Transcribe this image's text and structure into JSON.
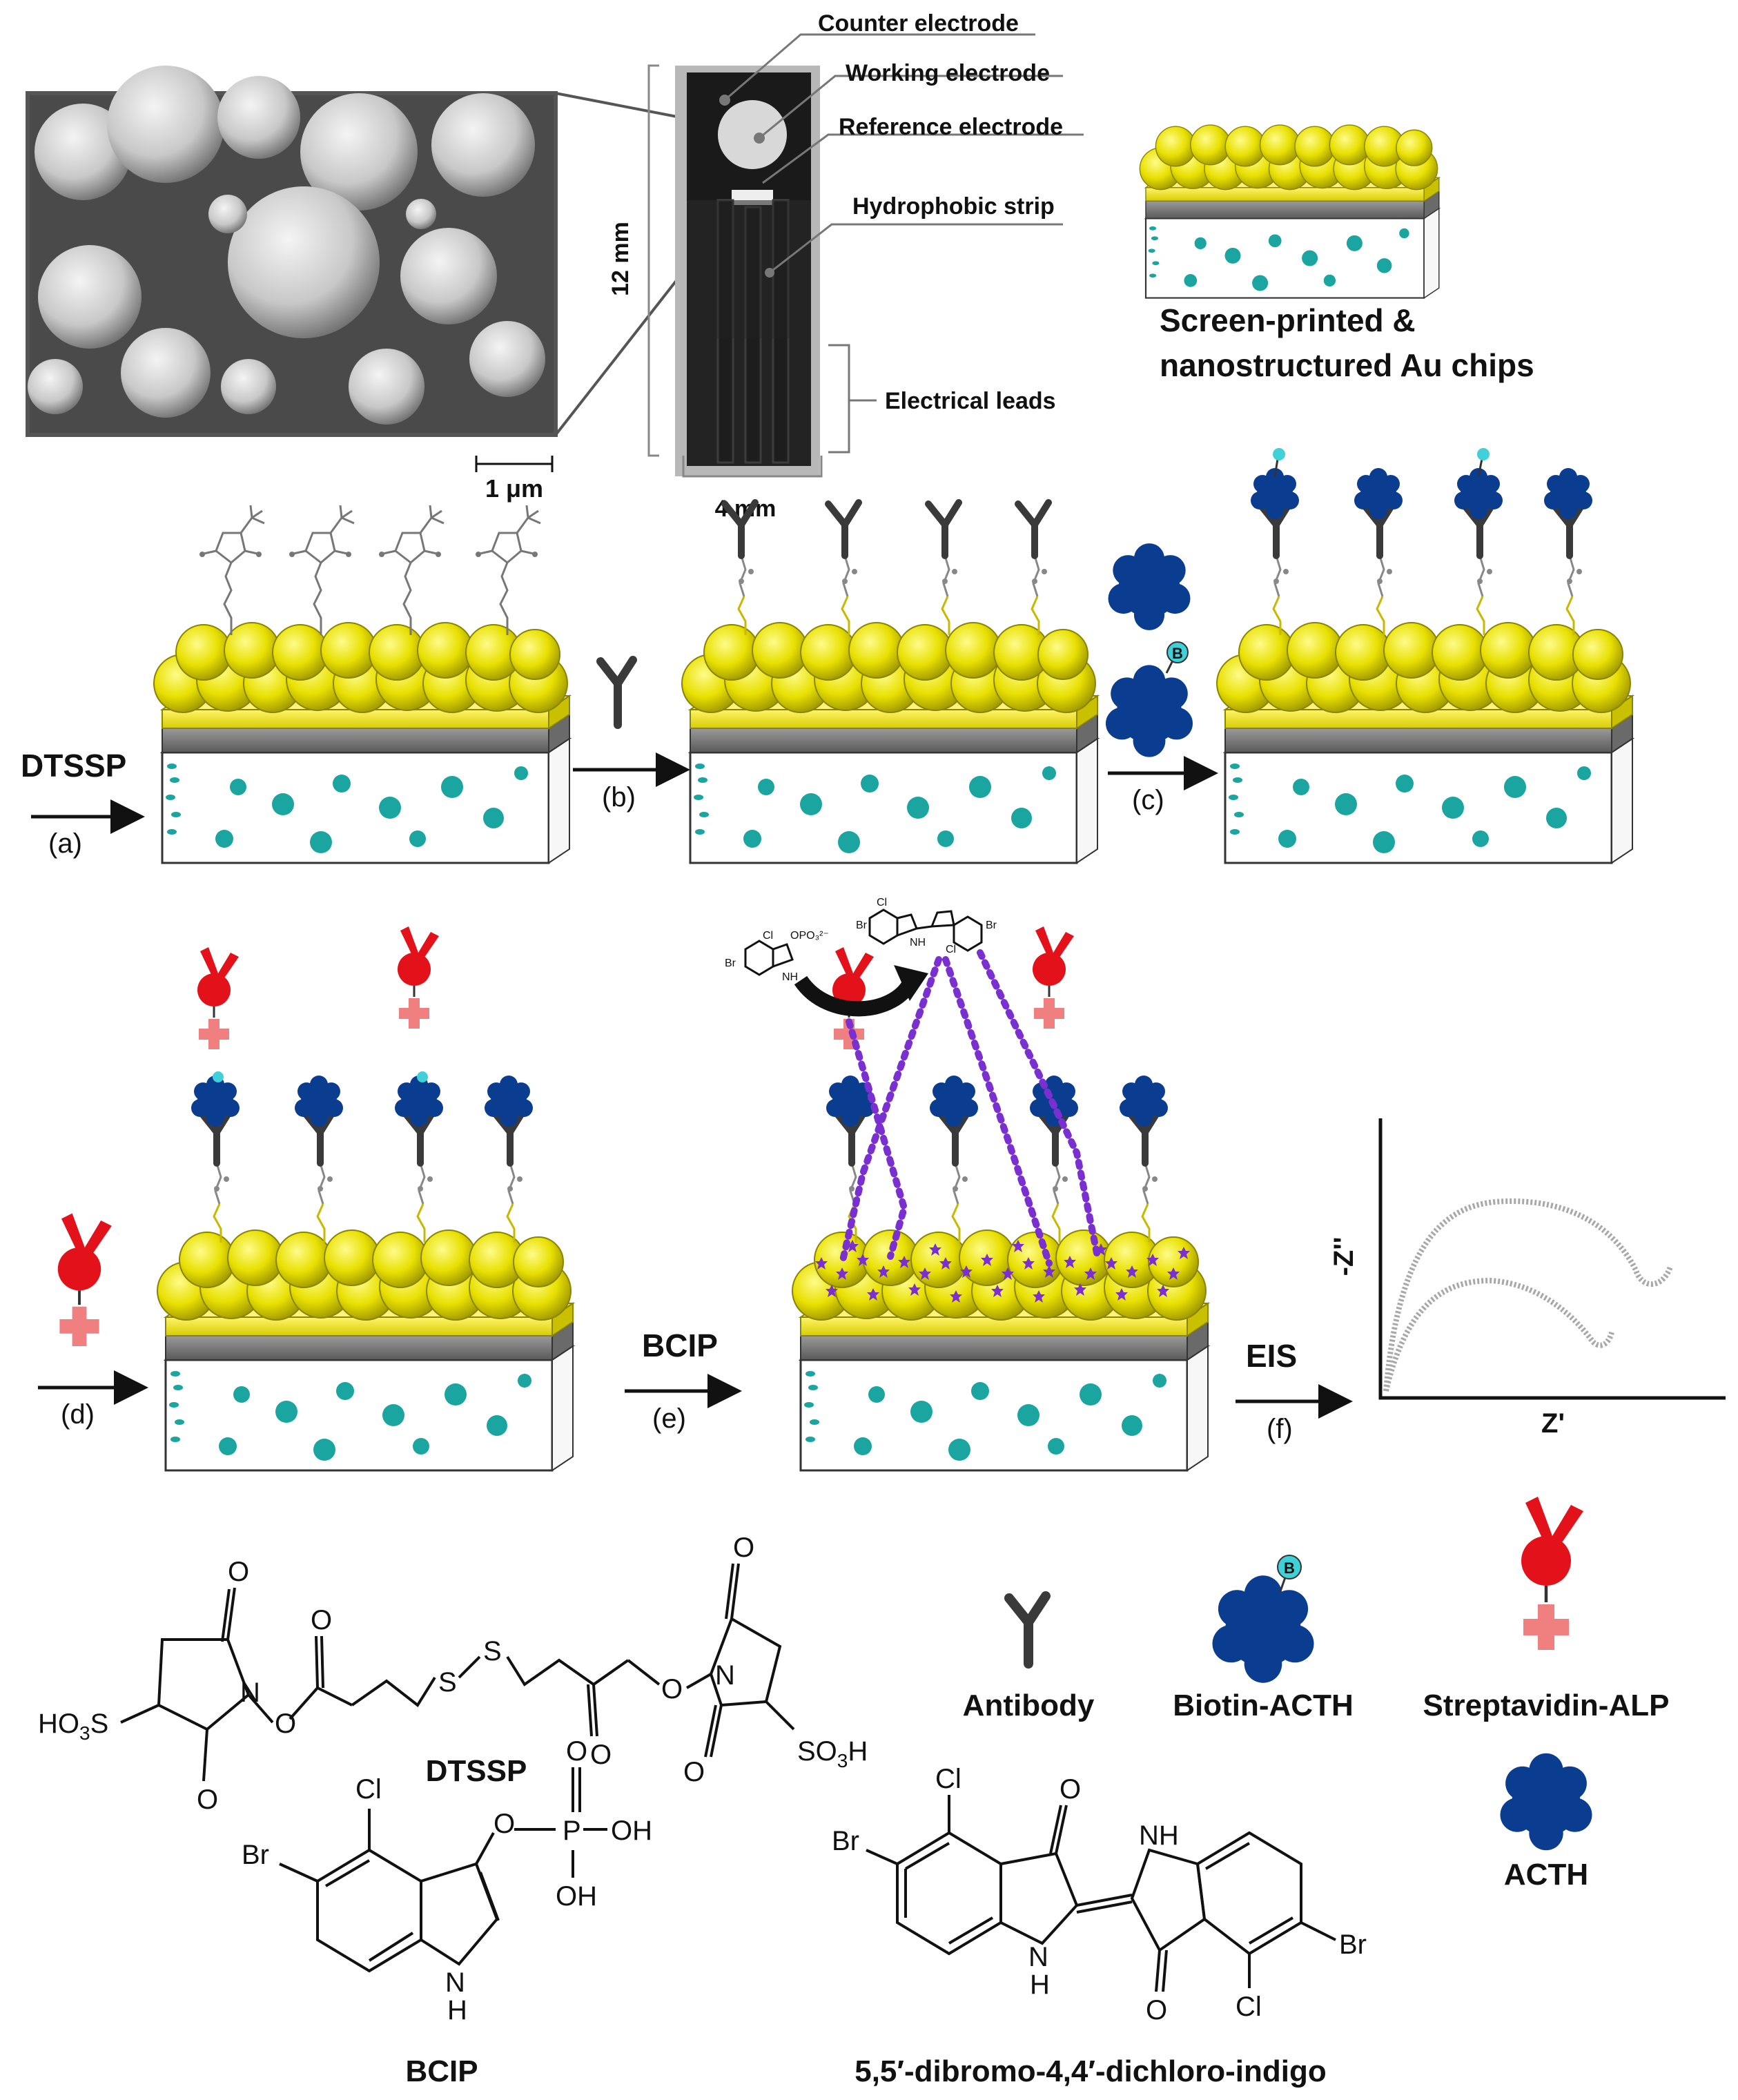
{
  "sensor": {
    "labels": {
      "counter": "Counter electrode",
      "working": "Working electrode",
      "reference": "Reference electrode",
      "hydrophobic": "Hydrophobic strip",
      "leads": "Electrical leads",
      "length": "12 mm",
      "width": "4 mm"
    },
    "scale_bar": "1 μm",
    "chip_caption_line1": "Screen-printed &",
    "chip_caption_line2": "nanostructured Au chips"
  },
  "steps": {
    "a_reagent": "DTSSP",
    "a_tag": "(a)",
    "b_tag": "(b)",
    "c_tag": "(c)",
    "d_tag": "(d)",
    "e_reagent": "BCIP",
    "e_tag": "(e)",
    "f_reagent": "EIS",
    "f_tag": "(f)"
  },
  "eis_plot": {
    "ylabel": "-Z''",
    "xlabel": "Z'"
  },
  "legend": {
    "antibody": "Antibody",
    "biotin_acth": "Biotin-ACTH",
    "streptavidin_alp": "Streptavidin-ALP",
    "acth": "ACTH",
    "biotin_symbol": "B"
  },
  "structures": {
    "dtssp_name": "DTSSP",
    "dtssp_left_group": "HO3S",
    "dtssp_right_group": "SO3H",
    "bcip_name": "BCIP",
    "indigo_name": "5,5′-dibromo-4,4′-dichloro-indigo",
    "atoms": {
      "O": "O",
      "N": "N",
      "S": "S",
      "Cl": "Cl",
      "Br": "Br",
      "P": "P",
      "OH": "OH",
      "H": "H",
      "NH": "NH"
    }
  },
  "colors": {
    "gold": "#e8e000",
    "gold_dark": "#a8a000",
    "teal": "#1aa5a0",
    "navy": "#0a3d8f",
    "red": "#e3121a",
    "pink": "#f08080",
    "purple": "#7a2fd0",
    "grey_layer": "#7a7a7a"
  }
}
